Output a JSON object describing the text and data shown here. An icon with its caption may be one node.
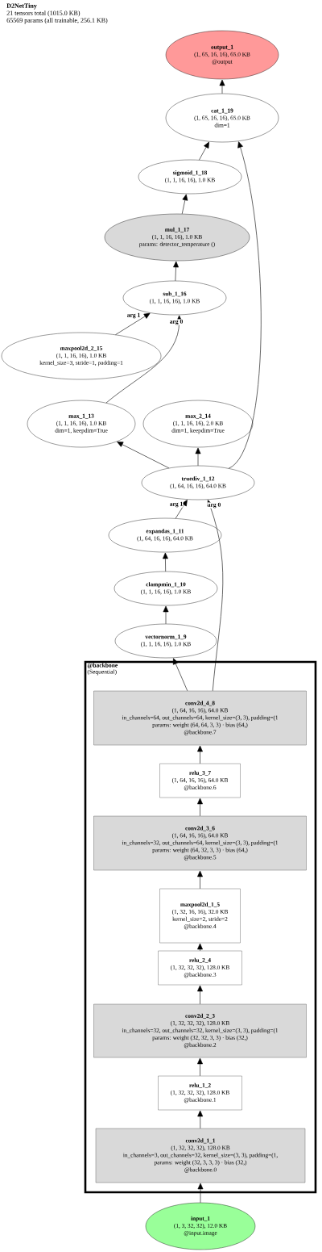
{
  "diagram": {
    "title": "D2NetTiny",
    "labels": [
      "21 tensors total (1015.0 KB)",
      "65569 params (all trainable, 256.1 KB)"
    ],
    "nodes": [
      {
        "text": [
          "output_1",
          "(1, 65, 16, 16), 65.0 KB",
          "@output"
        ]
      },
      {
        "text": [
          "cat_1_19",
          "(1, 65, 16, 16), 65.0 KB",
          "dim=1"
        ]
      },
      {
        "text": [
          "sigmoid_1_18",
          "(1, 1, 16, 16), 1.0 KB"
        ]
      },
      {
        "text": [
          "mul_1_17",
          "(1, 1, 16, 16), 1.0 KB",
          "params: detector_temperature ()"
        ]
      },
      {
        "text": [
          "sub_1_16",
          "(1, 1, 16, 16), 1.0 KB"
        ]
      },
      {
        "text": [
          "maxpool2d_2_15",
          "(1, 1, 16, 16), 1.0 KB",
          "kernel_size=3, stride=1, padding=1"
        ]
      },
      {
        "text": [
          "max_1_13",
          "(1, 1, 16, 16), 1.0 KB",
          "dim=1, keepdim=True"
        ]
      },
      {
        "text": [
          "max_2_14",
          "(1, 1, 16, 16), 2.0 KB",
          "dim=1, keepdim=True"
        ]
      },
      {
        "text": [
          "truediv_1_12",
          "(1, 64, 16, 16), 64.0 KB"
        ]
      },
      {
        "text": [
          "expandas_1_11",
          "(1, 64, 16, 16), 64.0 KB"
        ]
      },
      {
        "text": [
          "clampmin_1_10",
          "(1, 1, 16, 16), 1.0 KB"
        ]
      },
      {
        "text": [
          "vectornorm_1_9",
          "(1, 1, 16, 16), 1.0 KB"
        ]
      },
      {
        "text": [
          "@backbone",
          "(Sequential)"
        ]
      },
      {
        "text": [
          "conv2d_4_8",
          "(1, 64, 16, 16), 64.0 KB",
          "in_channels=64, out_channels=64, kernel_size=(3, 3), padding=(1",
          "params: weight (64, 64, 3, 3) · bias (64,)",
          "@backbone.7"
        ],
        "in": 12
      },
      {
        "text": [
          "relu_3_7",
          "(1, 64, 16, 16), 64.0 KB",
          "@backbone.6"
        ],
        "in": 12
      },
      {
        "text": [
          "conv2d_3_6",
          "(1, 64, 16, 16), 64.0 KB",
          "in_channels=32, out_channels=64, kernel_size=(3, 3), padding=(1",
          "params: weight (64, 32, 3, 3) · bias (64,)",
          "@backbone.5"
        ],
        "in": 12
      },
      {
        "text": [
          "maxpool2d_1_5",
          "(1, 32, 16, 16), 32.0 KB",
          "kernel_size=2, stride=2",
          "@backbone.4"
        ],
        "in": 12
      },
      {
        "text": [
          "relu_2_4",
          "(1, 32, 32, 32), 128.0 KB",
          "@backbone.3"
        ],
        "in": 12
      },
      {
        "text": [
          "conv2d_2_3",
          "(1, 32, 32, 32), 128.0 KB",
          "in_channels=32, out_channels=32, kernel_size=(3, 3), padding=(1",
          "params: weight (32, 32, 3, 3) · bias (32,)",
          "@backbone.2"
        ],
        "in": 12
      },
      {
        "text": [
          "relu_1_2",
          "(1, 32, 32, 32), 128.0 KB",
          "@backbone.1"
        ],
        "in": 12
      },
      {
        "text": [
          "conv2d_1_1",
          "(1, 32, 32, 32), 128.0 KB",
          "in_channels=3, out_channels=32, kernel_size=(3, 3), padding=(1,",
          "params: weight (32, 3, 3, 3) · bias (32,)",
          "@backbone.0"
        ],
        "in": 12
      },
      {
        "text": [
          "input_1",
          "(1, 3, 32, 32), 12.0 KB",
          "@input.image"
        ]
      }
    ],
    "edges": [
      {
        "from": 1,
        "to": 0,
        "arrow": "to"
      },
      {
        "from": 2,
        "to": 1,
        "arrow": "to"
      },
      {
        "from": 3,
        "to": 2,
        "arrow": "to"
      },
      {
        "from": 4,
        "to": 3,
        "arrow": "to"
      },
      {
        "from": 5,
        "to": 4,
        "arrow": "to",
        "label": "arg 1"
      },
      {
        "from": 6,
        "to": 4,
        "arrow": "to",
        "label": "arg 0"
      },
      {
        "from": 8,
        "to": 1,
        "arrow": "to"
      },
      {
        "from": 8,
        "to": 6,
        "arrow": "to"
      },
      {
        "from": 8,
        "to": 7,
        "arrow": "to"
      },
      {
        "from": 9,
        "to": 8,
        "arrow": "to",
        "label": "arg 1"
      },
      {
        "from": 13,
        "to": 8,
        "arrow": "to",
        "label": "arg 0"
      },
      {
        "from": 10,
        "to": 9,
        "arrow": "to"
      },
      {
        "from": 11,
        "to": 10,
        "arrow": "to"
      },
      {
        "from": 13,
        "to": 11,
        "arrow": "to"
      },
      {
        "from": 14,
        "to": 13,
        "arrow": "to"
      },
      {
        "from": 15,
        "to": 14,
        "arrow": "to"
      },
      {
        "from": 16,
        "to": 15,
        "arrow": "to"
      },
      {
        "from": 17,
        "to": 16,
        "arrow": "to"
      },
      {
        "from": 18,
        "to": 17,
        "arrow": "to"
      },
      {
        "from": 19,
        "to": 18,
        "arrow": "to"
      },
      {
        "from": 20,
        "to": 19,
        "arrow": "to"
      },
      {
        "from": 21,
        "to": 20,
        "arrow": "to"
      }
    ]
  }
}
